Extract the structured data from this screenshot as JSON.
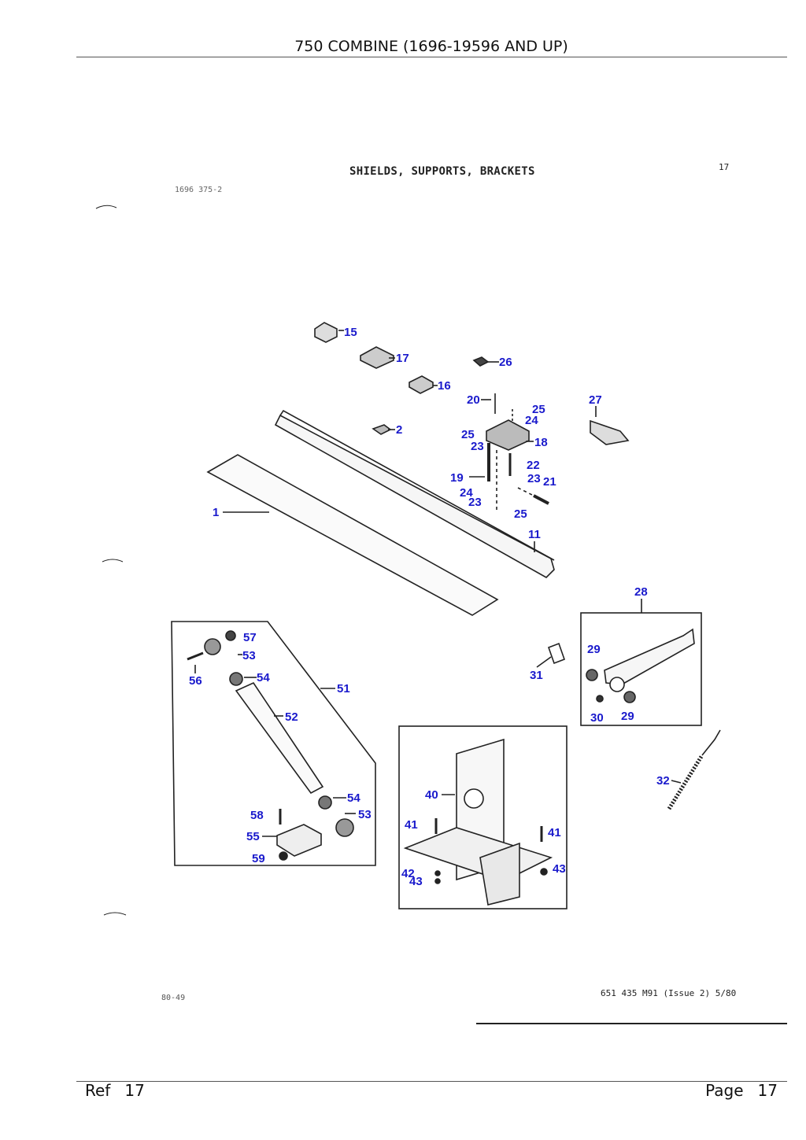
{
  "header": {
    "title": "750 COMBINE (1696-19596 AND UP)"
  },
  "section": {
    "title": "SHIELDS, SUPPORTS, BRACKETS",
    "ref_number": "17",
    "figure_code": "1696 375-2"
  },
  "diagram": {
    "callouts": [
      {
        "id": "c15",
        "label": "15"
      },
      {
        "id": "c17",
        "label": "17"
      },
      {
        "id": "c26",
        "label": "26"
      },
      {
        "id": "c16",
        "label": "16"
      },
      {
        "id": "c20",
        "label": "20"
      },
      {
        "id": "c25a",
        "label": "25"
      },
      {
        "id": "c24a",
        "label": "24"
      },
      {
        "id": "c27",
        "label": "27"
      },
      {
        "id": "c2",
        "label": "2"
      },
      {
        "id": "c25b",
        "label": "25"
      },
      {
        "id": "c23a",
        "label": "23"
      },
      {
        "id": "c18",
        "label": "18"
      },
      {
        "id": "c22",
        "label": "22"
      },
      {
        "id": "c19",
        "label": "19"
      },
      {
        "id": "c23b",
        "label": "23"
      },
      {
        "id": "c21",
        "label": "21"
      },
      {
        "id": "c24b",
        "label": "24"
      },
      {
        "id": "c23c",
        "label": "23"
      },
      {
        "id": "c1",
        "label": "1"
      },
      {
        "id": "c25c",
        "label": "25"
      },
      {
        "id": "c11",
        "label": "11"
      },
      {
        "id": "c28",
        "label": "28"
      },
      {
        "id": "c57",
        "label": "57"
      },
      {
        "id": "c53a",
        "label": "53"
      },
      {
        "id": "c29a",
        "label": "29"
      },
      {
        "id": "c31",
        "label": "31"
      },
      {
        "id": "c56",
        "label": "56"
      },
      {
        "id": "c54a",
        "label": "54"
      },
      {
        "id": "c51",
        "label": "51"
      },
      {
        "id": "c30",
        "label": "30"
      },
      {
        "id": "c29b",
        "label": "29"
      },
      {
        "id": "c52",
        "label": "52"
      },
      {
        "id": "c32",
        "label": "32"
      },
      {
        "id": "c40",
        "label": "40"
      },
      {
        "id": "c54b",
        "label": "54"
      },
      {
        "id": "c58",
        "label": "58"
      },
      {
        "id": "c53b",
        "label": "53"
      },
      {
        "id": "c41a",
        "label": "41"
      },
      {
        "id": "c41b",
        "label": "41"
      },
      {
        "id": "c55",
        "label": "55"
      },
      {
        "id": "c59",
        "label": "59"
      },
      {
        "id": "c42",
        "label": "42"
      },
      {
        "id": "c43a",
        "label": "43"
      },
      {
        "id": "c43b",
        "label": "43"
      }
    ]
  },
  "footer_codes": {
    "date": "80-49",
    "issue": "651 435 M91 (Issue 2) 5/80"
  },
  "footer": {
    "ref_label": "Ref",
    "ref_value": "17",
    "page_label": "Page",
    "page_value": "17"
  }
}
